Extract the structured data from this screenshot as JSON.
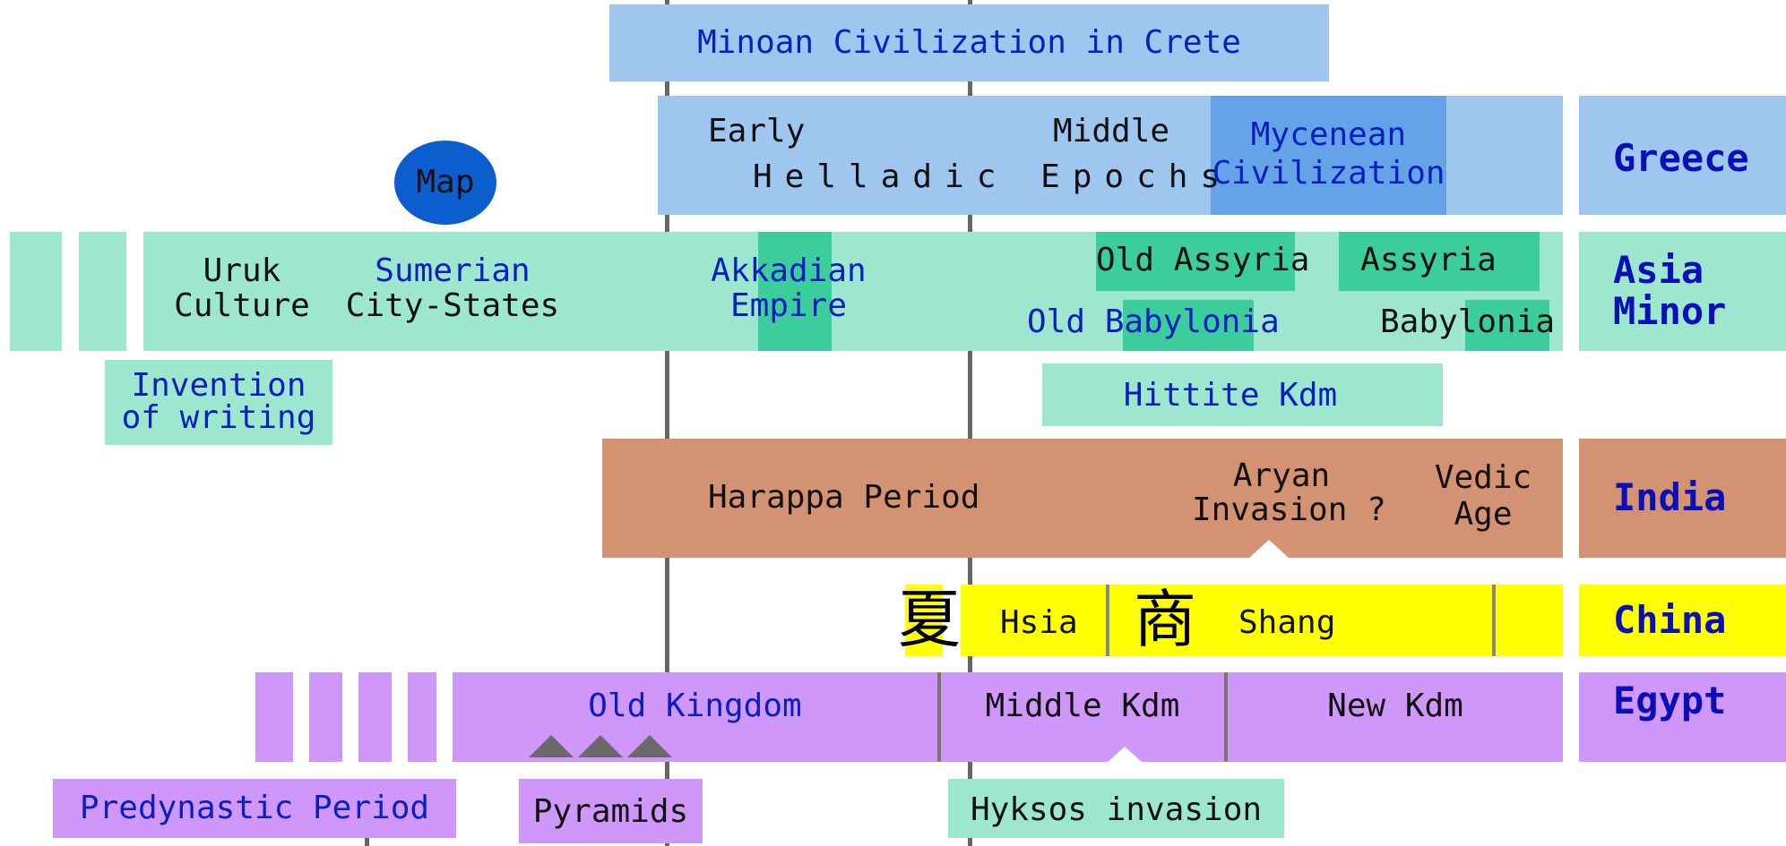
{
  "colors": {
    "greece": "#9fc6ef",
    "greece_dark": "#65a3e8",
    "asia": "#9ee7cf",
    "asia_dark": "#3ccd9c",
    "india": "#d39372",
    "china": "#ffff00",
    "egypt": "#cf97fa",
    "map_button": "#0c5ecf",
    "region_label": "#0a10b8"
  },
  "greece": {
    "minoan": "Minoan Civilization in Crete",
    "early": "Early",
    "middle": "Middle",
    "helladic": "Helladic Epochs",
    "mycenean_1": "Mycenean",
    "mycenean_2": "Civilization",
    "label": "Greece"
  },
  "map_button": "Map",
  "asia": {
    "uruk_1": "Uruk",
    "uruk_2": "Culture",
    "sumerian_1": "Sumerian",
    "sumerian_2": "City-States",
    "akkadian_1": "Akkadian",
    "akkadian_2": "Empire",
    "old_assyria": "Old Assyria",
    "assyria": "Assyria",
    "old_babylonia": "Old Babylonia",
    "babylonia": "Babylonia",
    "writing_1": "Invention",
    "writing_2": "of writing",
    "hittite": "Hittite Kdm",
    "label_1": "Asia",
    "label_2": "Minor"
  },
  "india": {
    "harappa": "Harappa Period",
    "aryan_1": "Aryan",
    "aryan_2": "Invasion ?",
    "vedic_1": "Vedic",
    "vedic_2": "Age",
    "label": "India"
  },
  "china": {
    "hsia_char": "夏",
    "hsia": "Hsia",
    "shang_char": "商",
    "shang": "Shang",
    "label": "China"
  },
  "egypt": {
    "old_kingdom": "Old Kingdom",
    "middle_kdm": "Middle Kdm",
    "new_kdm": "New Kdm",
    "predynastic": "Predynastic Period",
    "pyramids": "Pyramids",
    "hyksos": "Hyksos invasion",
    "label": "Egypt"
  }
}
